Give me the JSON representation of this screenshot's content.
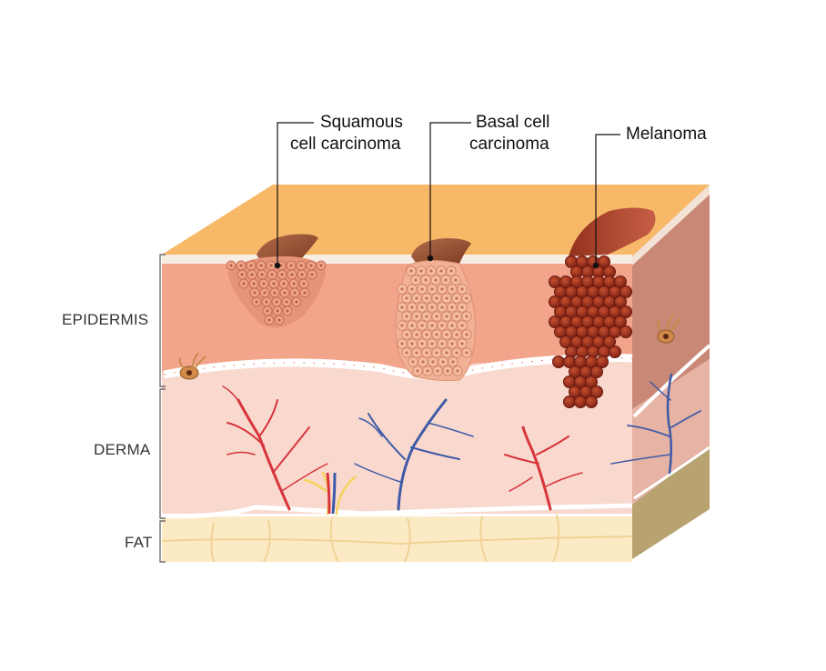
{
  "diagram": {
    "callouts": {
      "squamous_line1": "Squamous",
      "squamous_line2": "cell carcinoma",
      "basal_line1": "Basal cell",
      "basal_line2": "carcinoma",
      "melanoma": "Melanoma"
    },
    "layers": {
      "epidermis": "EPIDERMIS",
      "derma": "DERMA",
      "fat": "FAT"
    },
    "colors": {
      "skin_top": "#F7B867",
      "epidermis": "#F3A58C",
      "derma": "#F9D8CE",
      "fat": "#FBEAC4",
      "side_upper": "#C98876",
      "side_fat": "#B8A270",
      "artery": "#D7343B",
      "vein": "#3E5AA6",
      "melanoma": "#9B2A1D",
      "carcinoma_cell": "#F0A384"
    }
  }
}
